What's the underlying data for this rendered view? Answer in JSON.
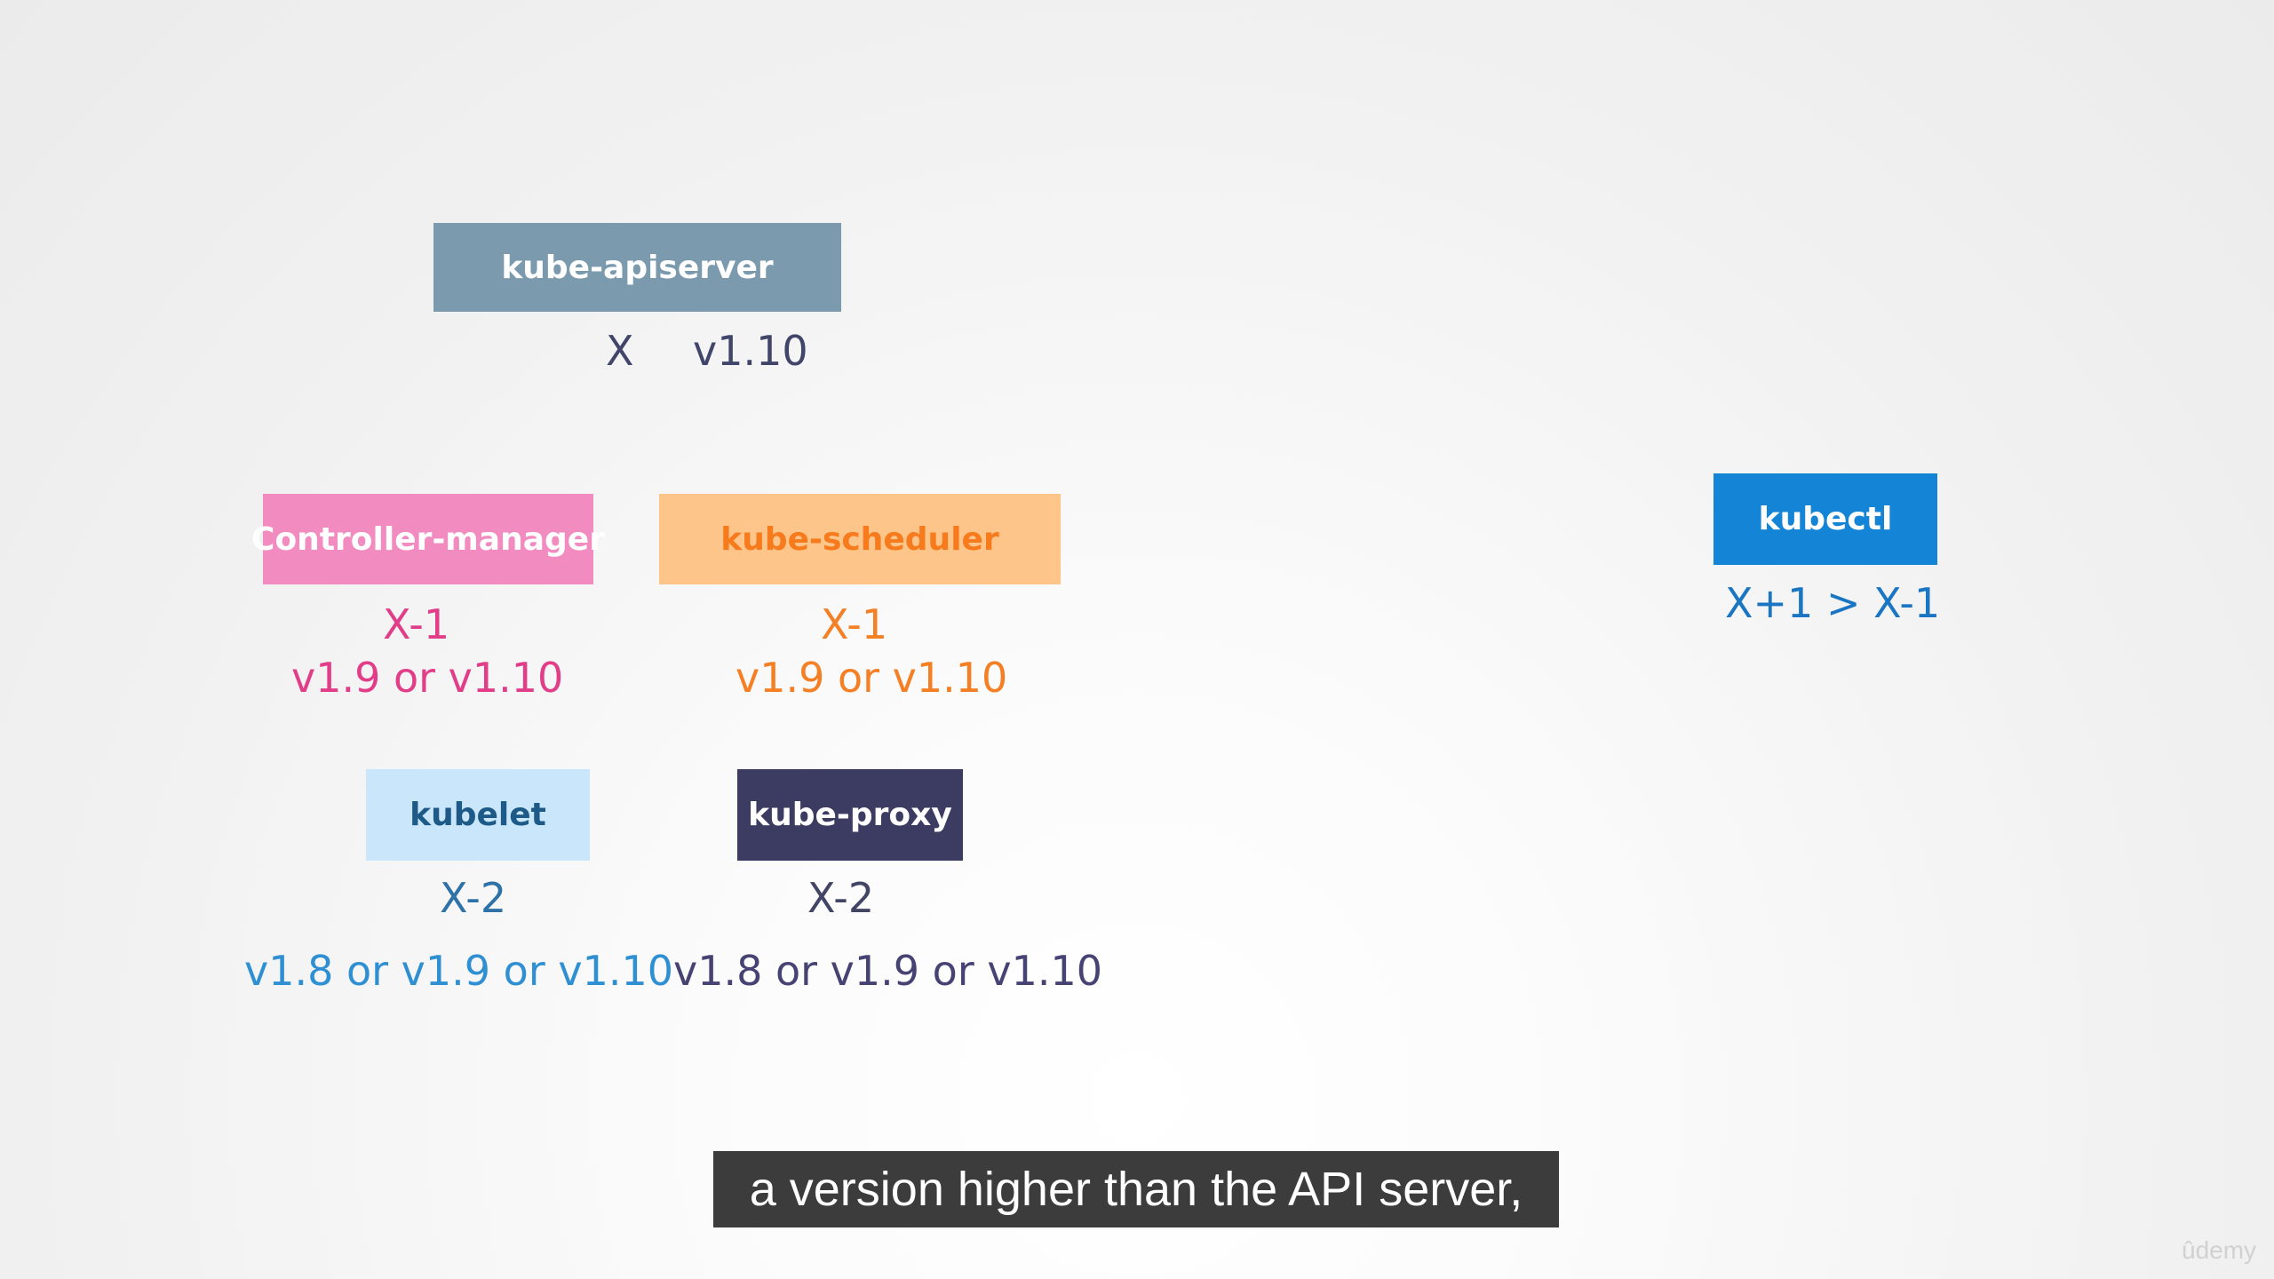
{
  "diagram": {
    "components": {
      "kube_apiserver": {
        "label": "kube-apiserver",
        "level": "X",
        "version": "v1.10",
        "color": "#7c9aad"
      },
      "controller_manager": {
        "label": "Controller-manager",
        "level": "X-1",
        "versions": "v1.9 or v1.10",
        "color": "#f28bc0"
      },
      "kube_scheduler": {
        "label": "kube-scheduler",
        "level": "X-1",
        "versions": "v1.9 or v1.10",
        "color": "#fdc58a"
      },
      "kubelet": {
        "label": "kubelet",
        "level": "X-2",
        "versions": "v1.8 or v1.9 or v1.10",
        "color": "#c9e6fb"
      },
      "kube_proxy": {
        "label": "kube-proxy",
        "level": "X-2",
        "versions": "v1.8 or v1.9 or v1.10",
        "color": "#3c3b61"
      },
      "kubectl": {
        "label": "kubectl",
        "rule": "X+1 > X-1",
        "color": "#1484d6"
      }
    }
  },
  "caption": {
    "text": "a version higher than the API server,"
  },
  "watermark": {
    "text": "ûdemy"
  }
}
